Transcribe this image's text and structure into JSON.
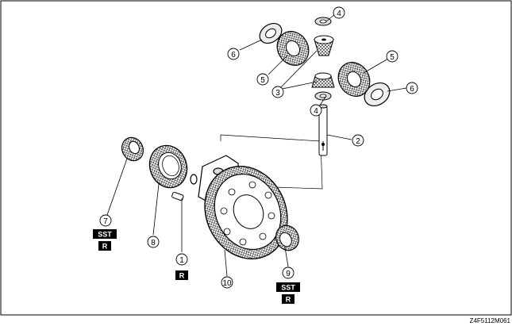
{
  "diagram": {
    "callouts": [
      {
        "id": "c1",
        "label": "1"
      },
      {
        "id": "c2",
        "label": "2"
      },
      {
        "id": "c3",
        "label": "3"
      },
      {
        "id": "c4a",
        "label": "4"
      },
      {
        "id": "c4b",
        "label": "4"
      },
      {
        "id": "c5a",
        "label": "5"
      },
      {
        "id": "c5b",
        "label": "5"
      },
      {
        "id": "c6a",
        "label": "6"
      },
      {
        "id": "c6b",
        "label": "6"
      },
      {
        "id": "c7",
        "label": "7"
      },
      {
        "id": "c8",
        "label": "8"
      },
      {
        "id": "c9",
        "label": "9"
      },
      {
        "id": "c10",
        "label": "10"
      }
    ],
    "badges": {
      "sst": "SST",
      "r": "R"
    },
    "figure_code": "Z4F5112M061"
  }
}
